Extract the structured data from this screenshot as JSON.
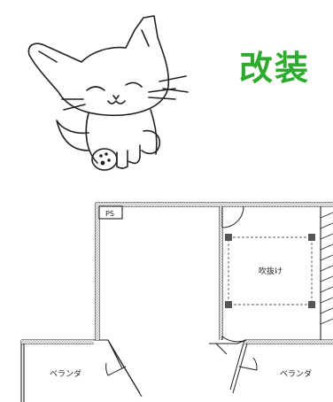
{
  "heading": {
    "text": "改装",
    "color": "#2eaa2e"
  },
  "floorplan": {
    "ps_label": "PS",
    "void_label": "吹抜け",
    "veranda_left_label": "ベランダ",
    "veranda_right_label": "ベランダ"
  },
  "colors": {
    "line": "#222222",
    "hatch": "#777777",
    "column": "#555555"
  },
  "icons": {
    "cat": "cat-illustration"
  }
}
